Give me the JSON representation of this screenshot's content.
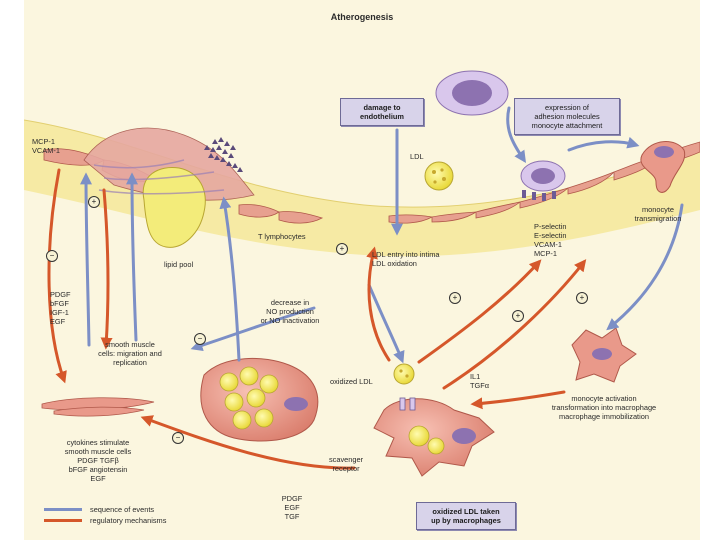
{
  "title": "Atherogenesis",
  "boxes": {
    "damage": [
      "damage to",
      "endothelium"
    ],
    "expression": [
      "expression of",
      "adhesion molecules",
      "monocyte attachment"
    ],
    "oxidized_taken": [
      "oxidized LDL taken",
      "up by macrophages"
    ]
  },
  "labels": {
    "mcp_vcam": [
      "MCP-1",
      "VCAM-1"
    ],
    "ldl": "LDL",
    "t_lymphocytes": "T lymphocytes",
    "lipid_pool": "lipid pool",
    "ldl_entry": [
      "LDL entry into intima",
      "LDL oxidation"
    ],
    "selectins": [
      "P-selectin",
      "E-selectin",
      "VCAM-1",
      "MCP-1"
    ],
    "monocyte_transmigration": [
      "monocyte",
      "transmigration"
    ],
    "growth_factors": [
      "PDGF",
      "bFGF",
      "IGF-1",
      "EGF"
    ],
    "no_decrease": [
      "decrease in",
      "NO production",
      "or NO inactivation"
    ],
    "smc_migration": [
      "smooth muscle",
      "cells: migration and",
      "replication"
    ],
    "oxidized_ldl": "oxidized LDL",
    "il1": [
      "IL1",
      "TGFα"
    ],
    "monocyte_activation": [
      "monocyte activation",
      "transformation into macrophage",
      "macrophage immobilization"
    ],
    "cytokines": [
      "cytokines stimulate",
      "smooth muscle cells",
      "PDGF TGFβ",
      "bFGF angiotensin",
      "EGF"
    ],
    "scavenger": [
      "scavenger",
      "receptor"
    ],
    "pdgf_bottom": [
      "PDGF",
      "EGF",
      "TGF"
    ]
  },
  "signs": {
    "plus": "+",
    "minus": "−"
  },
  "legend": {
    "sequence": "sequence of events",
    "regulatory": "regulatory mechanisms"
  },
  "colors": {
    "sequence": "#7c8fc6",
    "regulatory": "#d5572a",
    "cell_fill": "#e9998a",
    "cell_edge": "#b0584a",
    "nucleus": "#8d72b0",
    "ldl_fill": "#f3e75a",
    "endothelium_band": "#f4e79a",
    "box_fill": "#d8d3ea"
  }
}
